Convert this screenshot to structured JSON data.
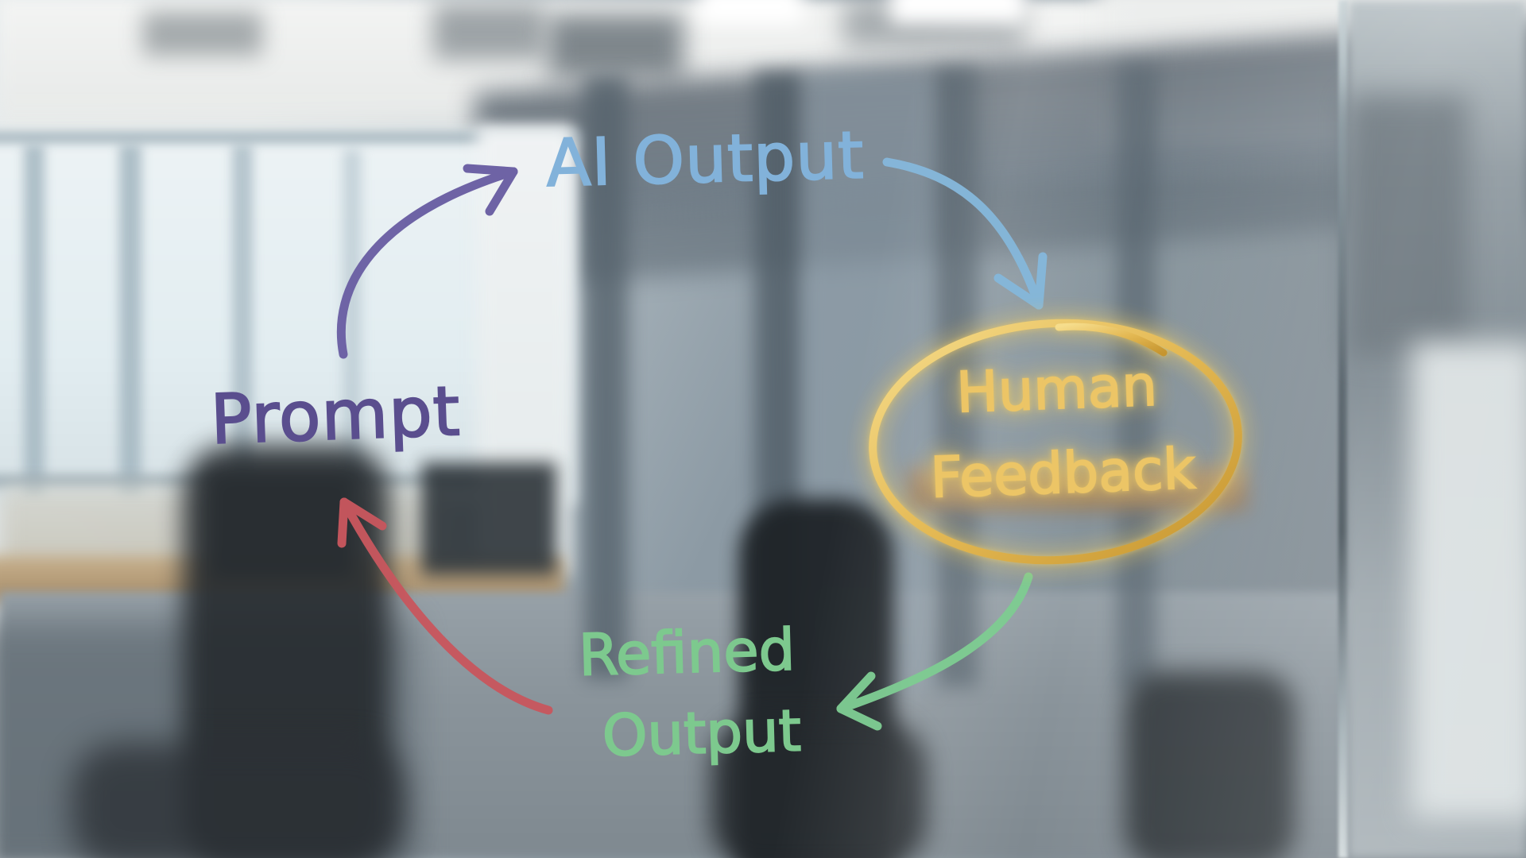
{
  "scene": {
    "setting": "blurred modern office seen through a glass wall",
    "background_palette": {
      "ceiling": "#f3f4f3",
      "window_wall": "#e8f0f3",
      "meeting_room_glass": "#7d8c99",
      "desk_wood": "#ab9070",
      "floor": "#8a949b",
      "chair_silhouette": "#24292d"
    }
  },
  "diagram": {
    "nodes": [
      {
        "id": "prompt",
        "label": "Prompt",
        "color": "#5a4e8e"
      },
      {
        "id": "ai_output",
        "label": "AI Output",
        "color": "#82b2da"
      },
      {
        "id": "human_feedback",
        "line1": "Human",
        "line2": "Feedback",
        "color": "#ecc566",
        "circled": true,
        "circle_color": "#d9ab45"
      },
      {
        "id": "refined_output",
        "line1": "Refined",
        "line2": "Output",
        "color": "#7dc98e"
      }
    ],
    "edges": [
      {
        "from": "Prompt",
        "to": "AI Output",
        "color": "#6a5fa3"
      },
      {
        "from": "AI Output",
        "to": "Human Feedback",
        "color": "#85b7da"
      },
      {
        "from": "Human Feedback",
        "to": "Refined Output",
        "color": "#7ecb92"
      },
      {
        "from": "Refined Output",
        "to": "Prompt",
        "color": "#c7575e"
      }
    ]
  }
}
